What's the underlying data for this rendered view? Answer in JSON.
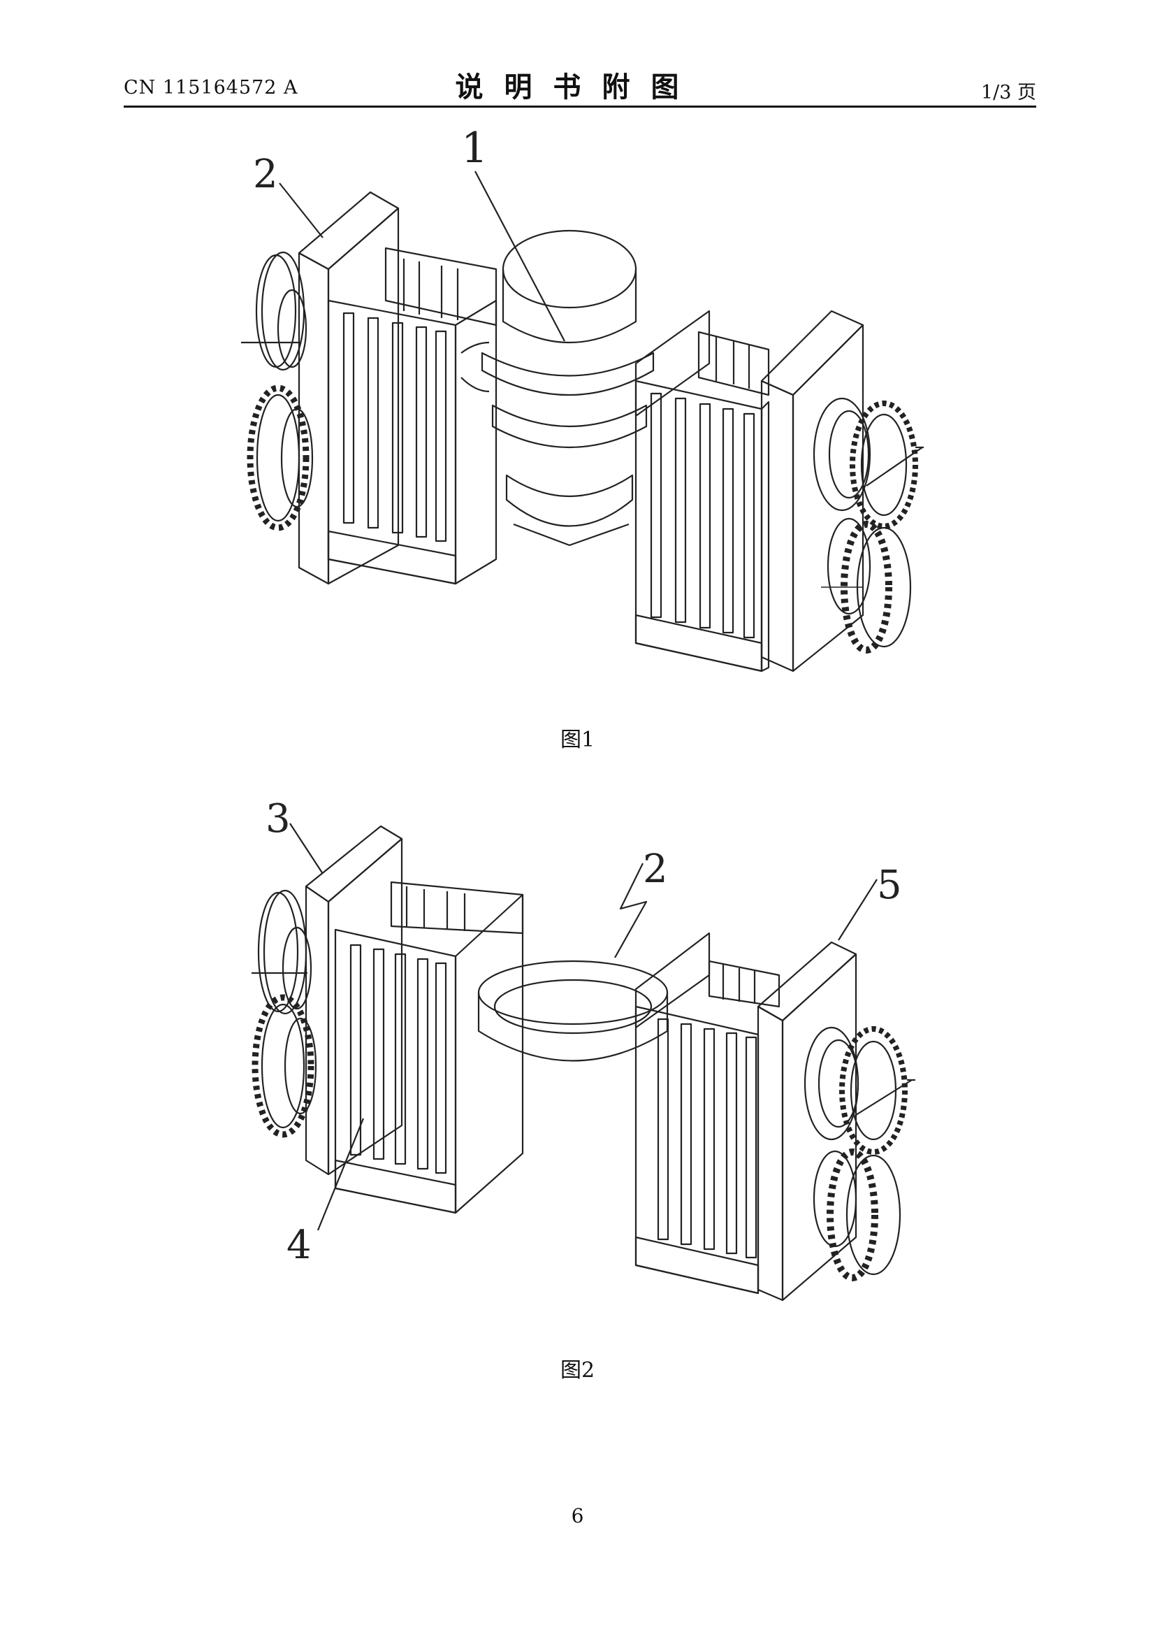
{
  "header": {
    "doc_number": "CN 115164572 A",
    "section_title": "说明书附图",
    "page_of": "1/3 页"
  },
  "figures": [
    {
      "caption": "图1",
      "labels": [
        "1",
        "2"
      ]
    },
    {
      "caption": "图2",
      "labels": [
        "3",
        "2",
        "5",
        "4"
      ]
    }
  ],
  "footer": {
    "page_number": "6"
  }
}
